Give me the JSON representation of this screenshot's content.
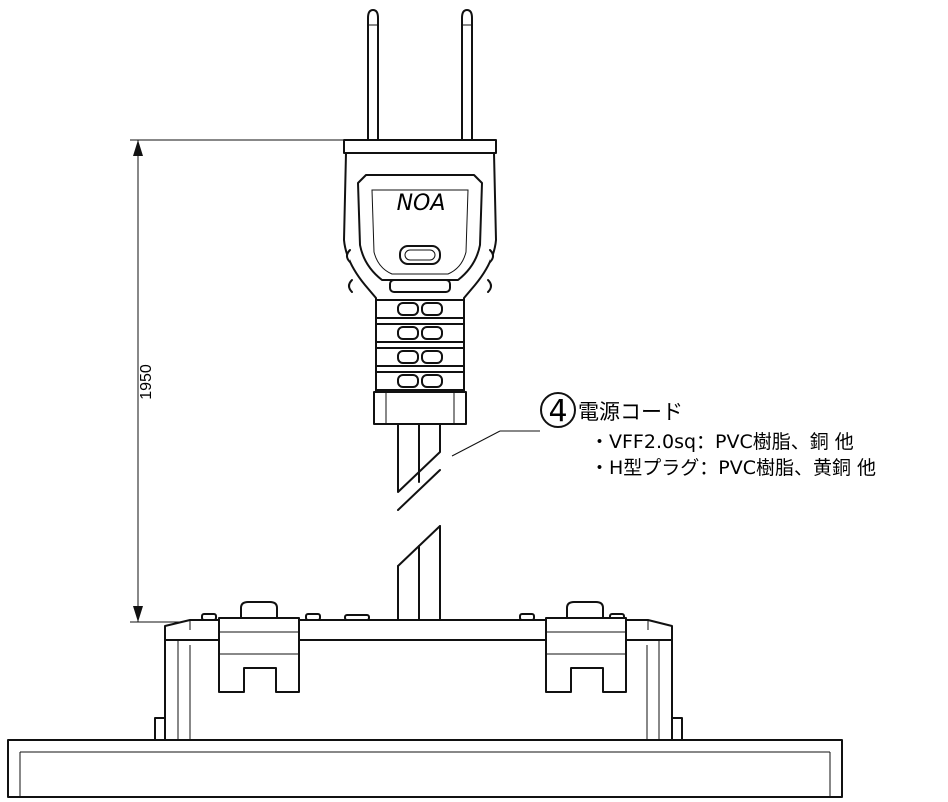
{
  "dimension": {
    "value": "1950"
  },
  "plug": {
    "brand": "NOA"
  },
  "callout": {
    "number": "4",
    "title": "電源コード",
    "specs": [
      "・VFF2.0sq：PVC樹脂、銅 他",
      "・H型プラグ：PVC樹脂、黄銅 他"
    ]
  }
}
